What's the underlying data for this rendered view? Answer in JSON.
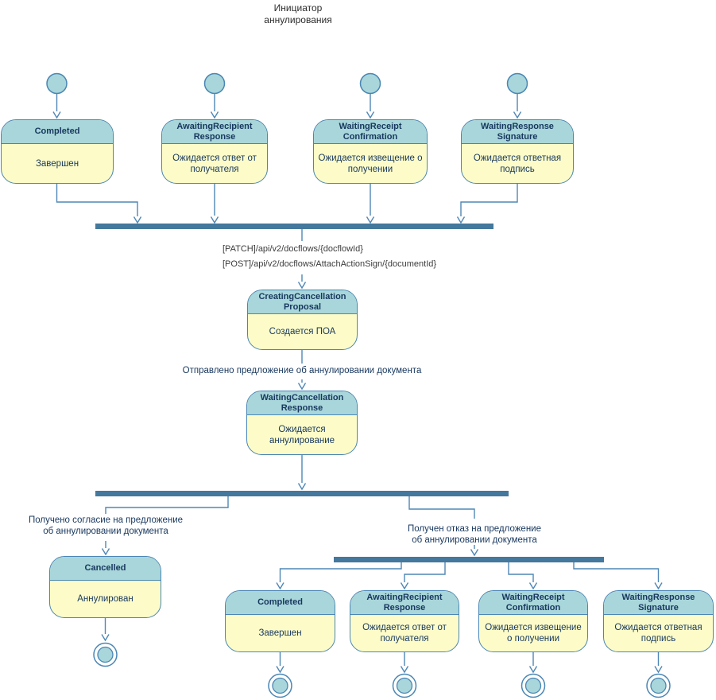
{
  "diagram_title": {
    "line1": "Инициатор",
    "line2": "аннулирования"
  },
  "states": {
    "top_completed": {
      "title": "Completed",
      "body": "Завершен"
    },
    "top_awaiting_recipient_response": {
      "title": "AwaitingRecipient Response",
      "body": "Ожидается ответ от получателя"
    },
    "top_waiting_receipt_confirmation": {
      "title": "WaitingReceipt Confirmation",
      "body": "Ожидается извещение о получении"
    },
    "top_waiting_response_signature": {
      "title": "WaitingResponse Signature",
      "body": "Ожидается ответная подпись"
    },
    "creating_cancellation_proposal": {
      "title": "CreatingCancellation Proposal",
      "body": "Создается ПОА"
    },
    "waiting_cancellation_response": {
      "title": "WaitingCancellation Response",
      "body": "Ожидается аннулирование"
    },
    "cancelled": {
      "title": "Cancelled",
      "body": "Аннулирован"
    },
    "bottom_completed": {
      "title": "Completed",
      "body": "Завершен"
    },
    "bottom_awaiting_recipient_response": {
      "title": "AwaitingRecipient Response",
      "body": "Ожидается ответ от получателя"
    },
    "bottom_waiting_receipt_confirmation": {
      "title": "WaitingReceipt Confirmation",
      "body": "Ожидается извещение о получении"
    },
    "bottom_waiting_response_signature": {
      "title": "WaitingResponse Signature",
      "body": "Ожидается ответная подпись"
    }
  },
  "transition_labels": {
    "api_calls": {
      "line1": "[PATCH]/api/v2/docflows/{docflowId}",
      "line2": "[POST]/api/v2/docflows/AttachActionSign/{documentId}"
    },
    "proposal_sent": "Отправлено предложение об аннулировании документа",
    "agreement_received": {
      "line1": "Получено согласие на предложение",
      "line2": "об аннулировании документа"
    },
    "refusal_received": {
      "line1": "Получен отказ на предложение",
      "line2": "об аннулировании документа"
    }
  },
  "colors": {
    "state_header_fill": "#a8d6da",
    "state_body_fill": "#fdfcc8",
    "state_border": "#4a86b4",
    "state_text": "#17375e",
    "bar_fill": "#44789d",
    "connector": "#4f87b5"
  }
}
